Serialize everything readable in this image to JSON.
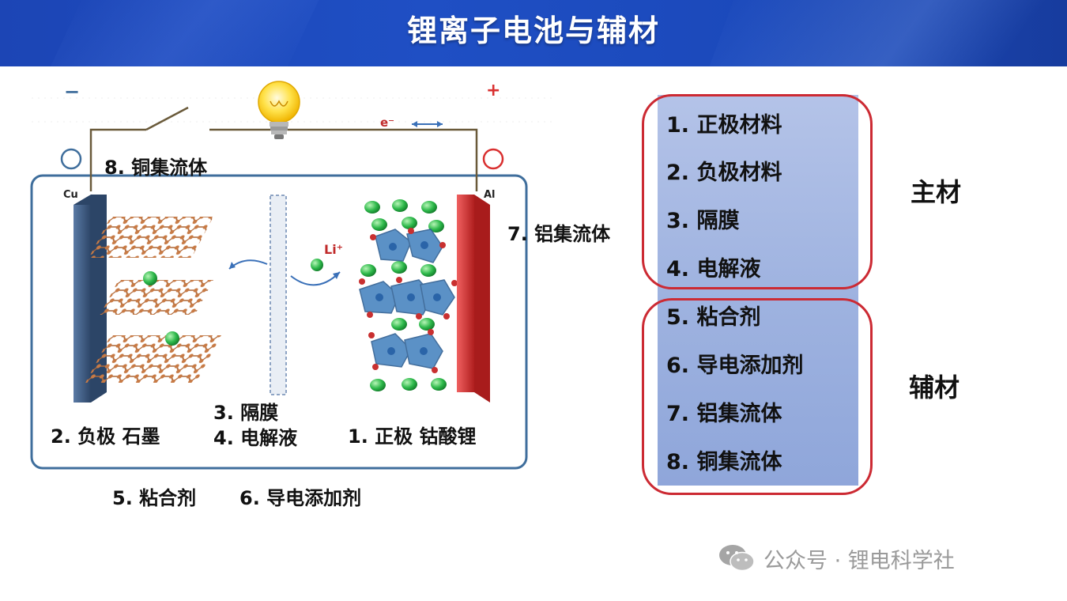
{
  "title": "锂离子电池与辅材",
  "diagram": {
    "anode_sign": "−",
    "cathode_sign": "+",
    "cu_label": "Cu",
    "al_label": "Al",
    "electron_label": "e⁻",
    "li_label": "Li⁺",
    "copper_collector": "8. 铜集流体",
    "aluminum_collector": "7. 铝集流体",
    "anode": "2. 负极 石墨",
    "separator": "3. 隔膜",
    "electrolyte": "4. 电解液",
    "cathode": "1. 正极 钴酸锂",
    "binder": "5. 粘合剂",
    "conductive_additive": "6. 导电添加剂"
  },
  "materials": {
    "items": [
      "1. 正极材料",
      "2. 负极材料",
      "3. 隔膜",
      "4. 电解液",
      "5. 粘合剂",
      "6. 导电添加剂",
      "7. 铝集流体",
      "8. 铜集流体"
    ],
    "main_label": "主材",
    "aux_label": "辅材"
  },
  "watermark": "公众号 · 锂电科学社",
  "colors": {
    "header": "#1f4fc4",
    "panel": "#9fb3e0",
    "group_border": "#cc2a33",
    "anode_plate": "#3d5a80",
    "cathode_plate": "#d93030",
    "graphite": "#b06a3a",
    "lithium": "#2db84a",
    "octahedra": "#4a86c0"
  }
}
